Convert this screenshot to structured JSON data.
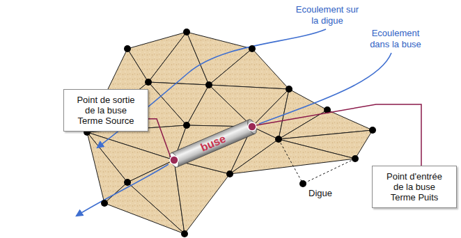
{
  "diagram": {
    "nodes": [
      {
        "text": [
          "Point de sortie de la buse Terme Source"
        ]
      },
      {
        "text": [
          "Point d'entrée de la buse Terme Puits"
        ]
      }
    ],
    "labels": [
      "Ecoulement sur la digue",
      "Ecoulement dans la buse",
      "buse",
      "Digue"
    ]
  }
}
